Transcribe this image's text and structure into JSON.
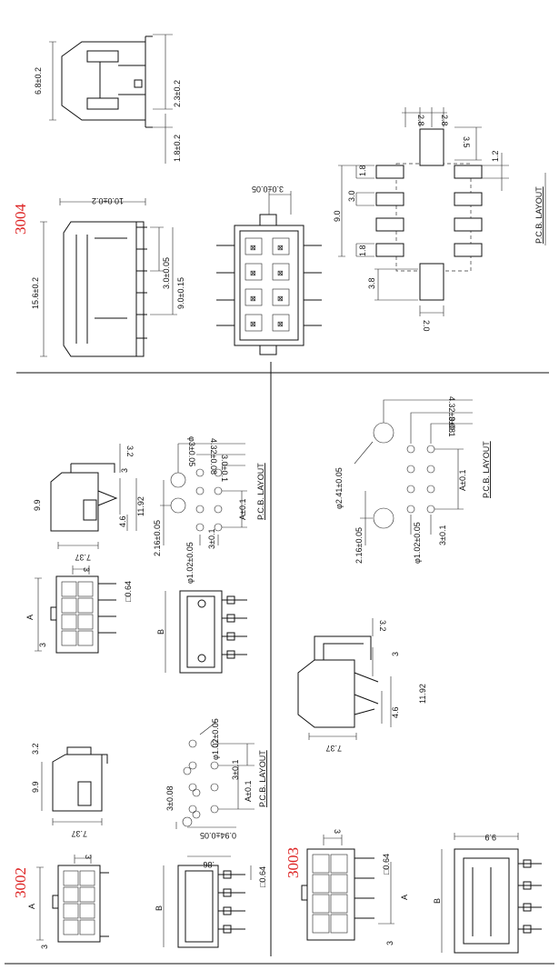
{
  "models": {
    "m3004": "3004",
    "m3002": "3002",
    "m3003": "3003"
  },
  "s3004": {
    "side_h": "6.8±0.2",
    "side_top": "2.3±0.2",
    "side_bottom": "1.8±0.2",
    "front_w": "10.0±0.2",
    "front_h": "15.6±0.2",
    "front_pitch": "3.0±0.05",
    "front_span": "9.0±0.15",
    "top_pitch": "3.0±0.05",
    "pcb_28a": "2.8",
    "pcb_28b": "2.8",
    "pcb_35": "3.5",
    "pcb_12": "1.2",
    "pcb_18a": "1.8",
    "pcb_30": "3.0",
    "pcb_90": "9.0",
    "pcb_18b": "1.8",
    "pcb_38": "3.8",
    "pcb_20": "2.0",
    "pcb_title": "P.C.B. LAYOUT"
  },
  "s3002": {
    "sv_32": "3.2",
    "sv_99": "9.9",
    "sv_737": "7.37",
    "pcb_3pm": "3±0.08",
    "pcb_094": "0.94±0.05",
    "pcb_phi": "φ1.02±0.05",
    "pcb_301": "3±0.1",
    "pcb_a": "A±0.1",
    "pcb_title": "P.C.B. LAYOUT",
    "fv_3": "3",
    "fv_a": "A",
    "fv_3b": "3",
    "bv_086": ".86",
    "bv_064": "□0.64",
    "bv_b": "B"
  },
  "s3002r": {
    "sv_32": "3.2",
    "sv_3": "3",
    "sv_99": "9.9",
    "sv_1192": "11.92",
    "sv_46": "4.6",
    "sv_737": "7.37",
    "pcb_phi3": "φ3±0.05",
    "pcb_432": "4.32±0.08",
    "pcb_30": "3.0±0.1",
    "pcb_216": "2.16±0.05",
    "pcb_a": "A±0.1",
    "pcb_title": "P.C.B. LAYOUT",
    "pcb_phi": "φ1.02±0.05",
    "pcb_301": "3±0.1",
    "fv_3": "3",
    "fv_a": "A",
    "fv_3b": "3",
    "fv_064": "□0.64",
    "bv_b": "B"
  },
  "s3003": {
    "pcb_phi241": "φ2.41±0.05",
    "pcb_432": "4.32±0.08",
    "pcb_30": "3±0.1",
    "pcb_216": "2.16±0.05",
    "pcb_phi": "φ1.02±0.05",
    "pcb_301": "3±0.1",
    "pcb_a": "A±0.1",
    "pcb_title": "P.C.B. LAYOUT",
    "sv_32": "3.2",
    "sv_3": "3",
    "sv_1192": "11.92",
    "sv_46": "4.6",
    "sv_737": "7.37",
    "fv_3": "3",
    "fv_064": "□0.64",
    "fv_a": "A",
    "fv_3b": "3",
    "bv_99": "9.9",
    "bv_b": "B"
  }
}
